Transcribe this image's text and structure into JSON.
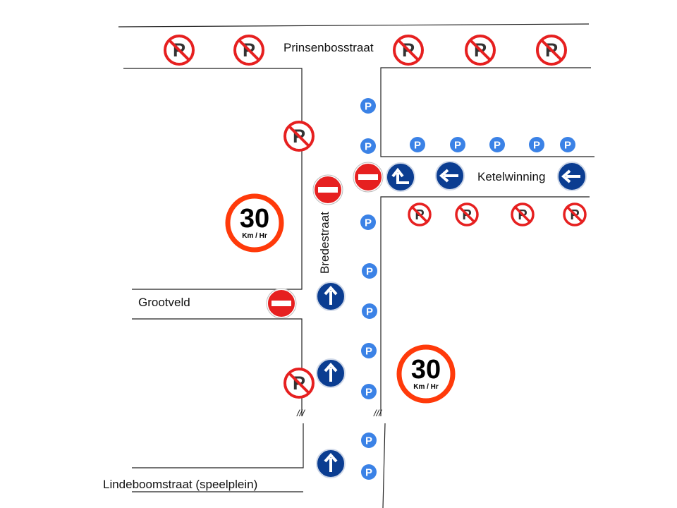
{
  "streets": {
    "prinsenbosstraat": "Prinsenbosstraat",
    "ketelwinning": "Ketelwinning",
    "bredestraat": "Bredestraat",
    "grootveld": "Grootveld",
    "lindeboomstraat": "Lindeboomstraat (speelplein)"
  },
  "speed_limit": {
    "value": "30",
    "unit": "Km / Hr"
  },
  "parking_letter": "P",
  "road_break_mark": "///",
  "colors": {
    "prohibition_red": "#e62020",
    "parking_blue": "#3b82e6",
    "mandatory_blue": "#0b3d91",
    "road_line": "#222222"
  }
}
